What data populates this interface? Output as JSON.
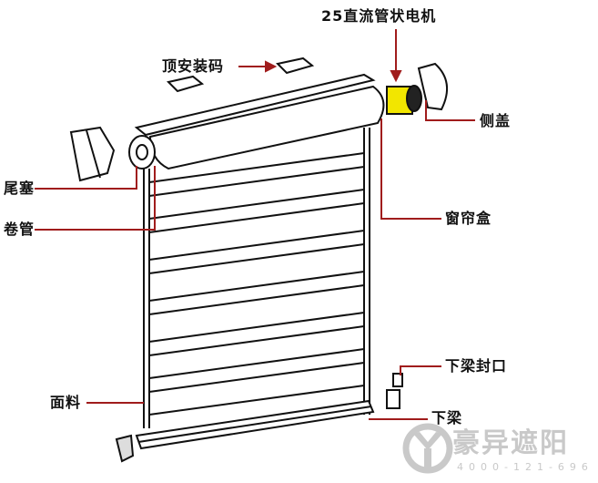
{
  "labels": {
    "motor": "25直流管状电机",
    "top_bracket": "顶安装码",
    "side_cover": "侧盖",
    "end_plug": "尾塞",
    "roller_tube": "卷管",
    "cassette": "窗帘盒",
    "bottom_rail_cap": "下梁封口",
    "fabric": "面料",
    "bottom_rail": "下梁"
  },
  "watermark": {
    "brand": "豪异遮阳",
    "phone": "4000-121-696"
  },
  "colors": {
    "leader_line": "#a01c1c",
    "motor": "#f2e600",
    "outline": "#111111",
    "watermark": "#c9c9c9"
  }
}
